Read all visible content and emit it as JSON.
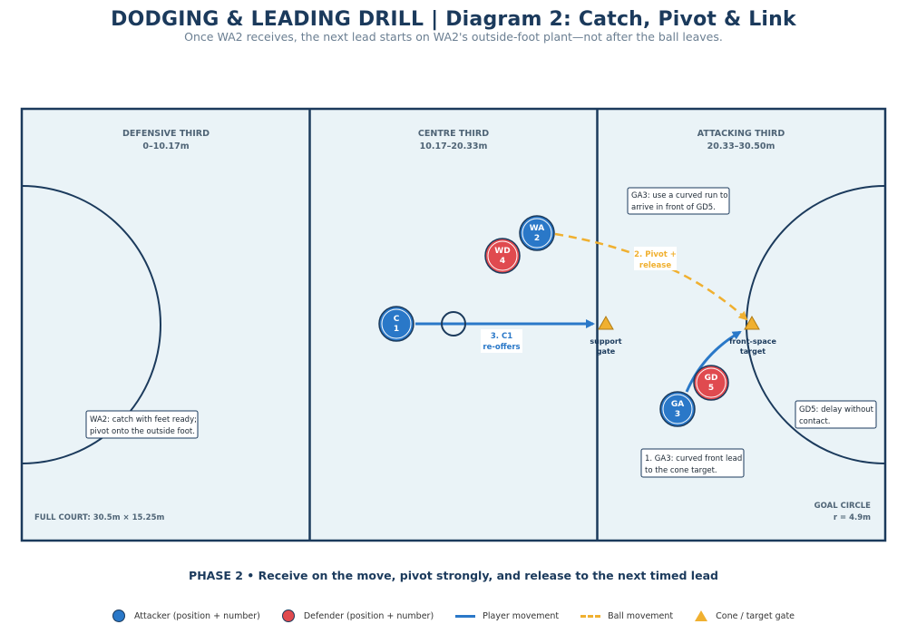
{
  "header": {
    "title": "DODGING & LEADING DRILL  |  Diagram 2: Catch, Pivot & Link",
    "subtitle": "Once WA2 receives, the next lead starts on WA2's outside-foot plant—not after the ball leaves."
  },
  "thirds": [
    {
      "name": "DEFENSIVE THIRD",
      "range": "0–10.17m"
    },
    {
      "name": "CENTRE THIRD",
      "range": "10.17–20.33m"
    },
    {
      "name": "ATTACKING THIRD",
      "range": "20.33–30.50m"
    }
  ],
  "court": {
    "size_label": "FULL COURT: 30.5m × 15.25m",
    "goal_circle_label": "GOAL CIRCLE",
    "goal_circle_radius": "r = 4.9m"
  },
  "players": {
    "c1": {
      "position": "C",
      "number": "1"
    },
    "wa2": {
      "position": "WA",
      "number": "2"
    },
    "wd4": {
      "position": "WD",
      "number": "4"
    },
    "ga3": {
      "position": "GA",
      "number": "3"
    },
    "gd5": {
      "position": "GD",
      "number": "5"
    }
  },
  "cones": {
    "support": [
      "support",
      "gate"
    ],
    "front": [
      "front-space",
      "target"
    ]
  },
  "movements": {
    "c1_reoffer": [
      "3. C1",
      "re-offers"
    ],
    "pivot_release": [
      "2. Pivot +",
      "release"
    ]
  },
  "notes": {
    "ga3_curved": [
      "GA3: use a curved run to",
      "arrive in front of GD5."
    ],
    "wa2_catch": [
      "WA2: catch with feet ready;",
      "pivot onto the outside foot."
    ],
    "gd5_delay": [
      "GD5: delay without",
      "contact."
    ],
    "ga3_lead": [
      "1. GA3: curved front lead",
      "to the cone target."
    ]
  },
  "footer": {
    "phase": "PHASE 2  •  Receive on the move, pivot strongly, and release to the next timed lead"
  },
  "legend": {
    "attacker": "Attacker (position + number)",
    "defender": "Defender (position + number)",
    "player_movement": "Player movement",
    "ball_movement": "Ball movement",
    "cone": "Cone / target gate"
  },
  "colors": {
    "court_bg": "#eaf3f7",
    "line": "#1b3a5c",
    "attacker": "#2a78c8",
    "defender": "#e04a4f",
    "ball_path": "#f0b030",
    "player_path": "#2a78c8",
    "cone": "#f0b030"
  }
}
